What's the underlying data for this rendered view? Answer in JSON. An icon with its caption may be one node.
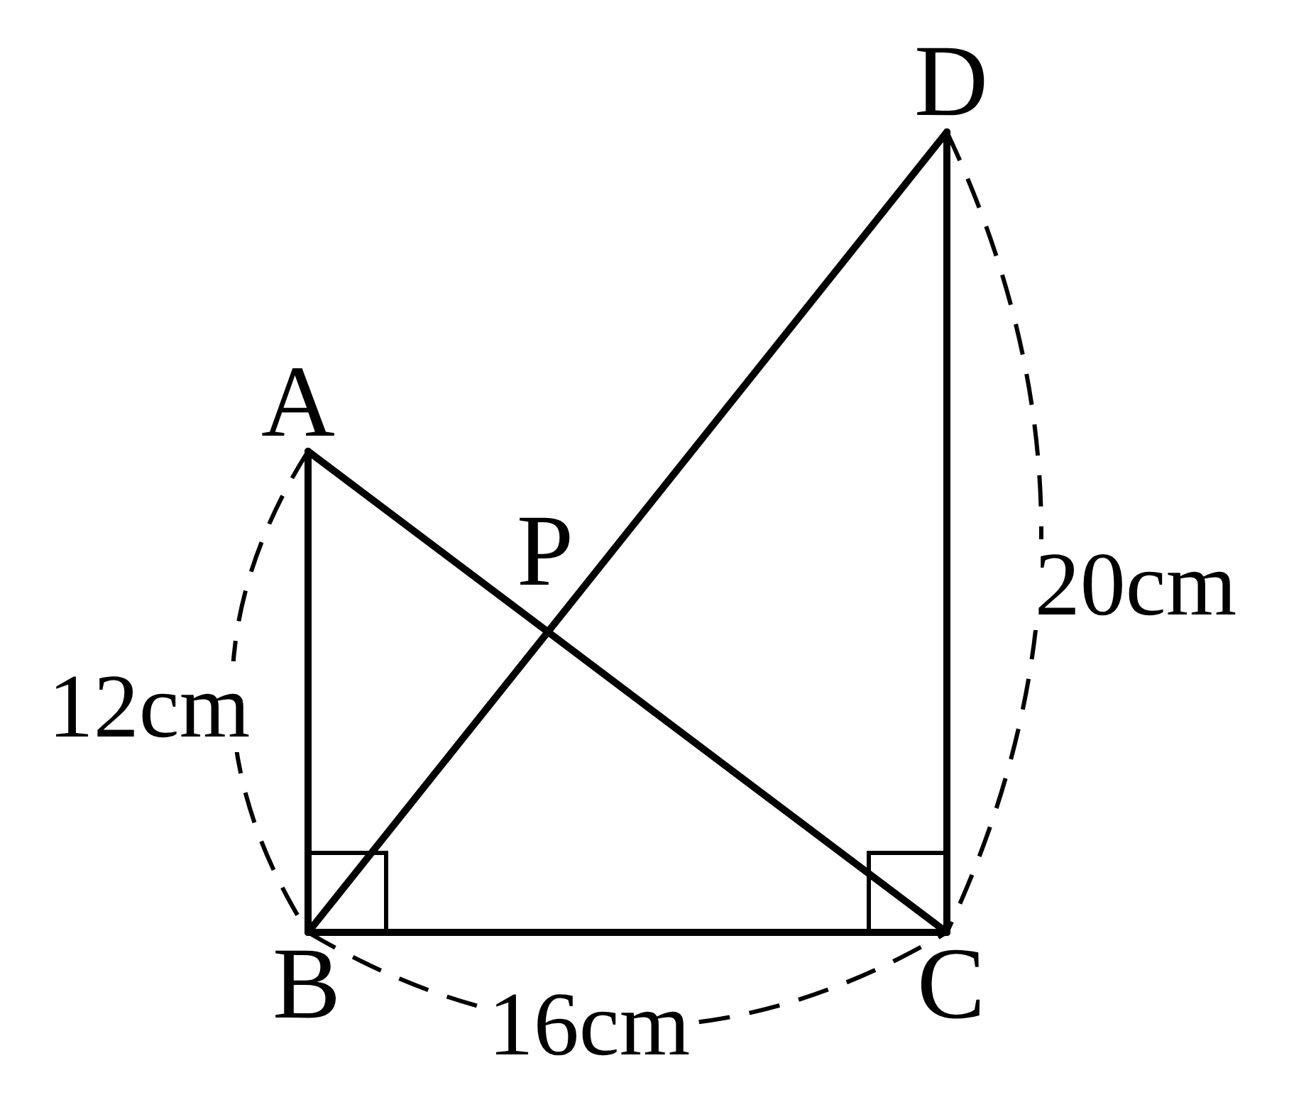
{
  "diagram": {
    "nodes": [
      {
        "text": [
          "D"
        ]
      },
      {
        "text": [
          "A"
        ]
      },
      {
        "text": [
          "B"
        ]
      },
      {
        "text": [
          "C"
        ]
      }
    ],
    "edges": [
      {
        "from": 1,
        "to": 2,
        "arrow": "none"
      },
      {
        "from": 2,
        "to": 3,
        "arrow": "none"
      },
      {
        "from": 3,
        "to": 0,
        "arrow": "none"
      },
      {
        "from": 1,
        "to": 3,
        "arrow": "none"
      },
      {
        "from": 2,
        "to": 0,
        "arrow": "none"
      }
    ],
    "labels": [
      "P",
      "20cm",
      "12cm",
      "16cm"
    ]
  }
}
